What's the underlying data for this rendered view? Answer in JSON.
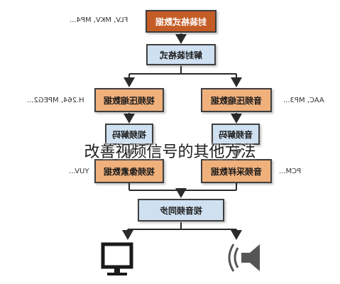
{
  "diagram": {
    "nodes": {
      "container": "封装格式数据",
      "demux": "解封装格式",
      "video_compressed": "视频压缩数据",
      "audio_compressed": "音频压缩数据",
      "video_decode": "视频解码",
      "audio_decode": "音频解码",
      "video_raw": "视频像素数据",
      "audio_raw": "音频采样数据",
      "sync": "视音频同步"
    },
    "side_labels": {
      "container_formats": "FLV, MKV, MP4...",
      "video_codecs": "H.264, MPEG2...",
      "audio_codecs": "AAC, MP3...",
      "pixel_formats": "YUV...",
      "sample_formats": "PCM..."
    },
    "outputs": {
      "display": "monitor-icon",
      "sound": "speaker-icon"
    }
  },
  "caption": "改善视频信号的其他方法",
  "colors": {
    "dark": "#c45c25",
    "orange": "#f0b07c",
    "blue": "#cfe0f1"
  }
}
